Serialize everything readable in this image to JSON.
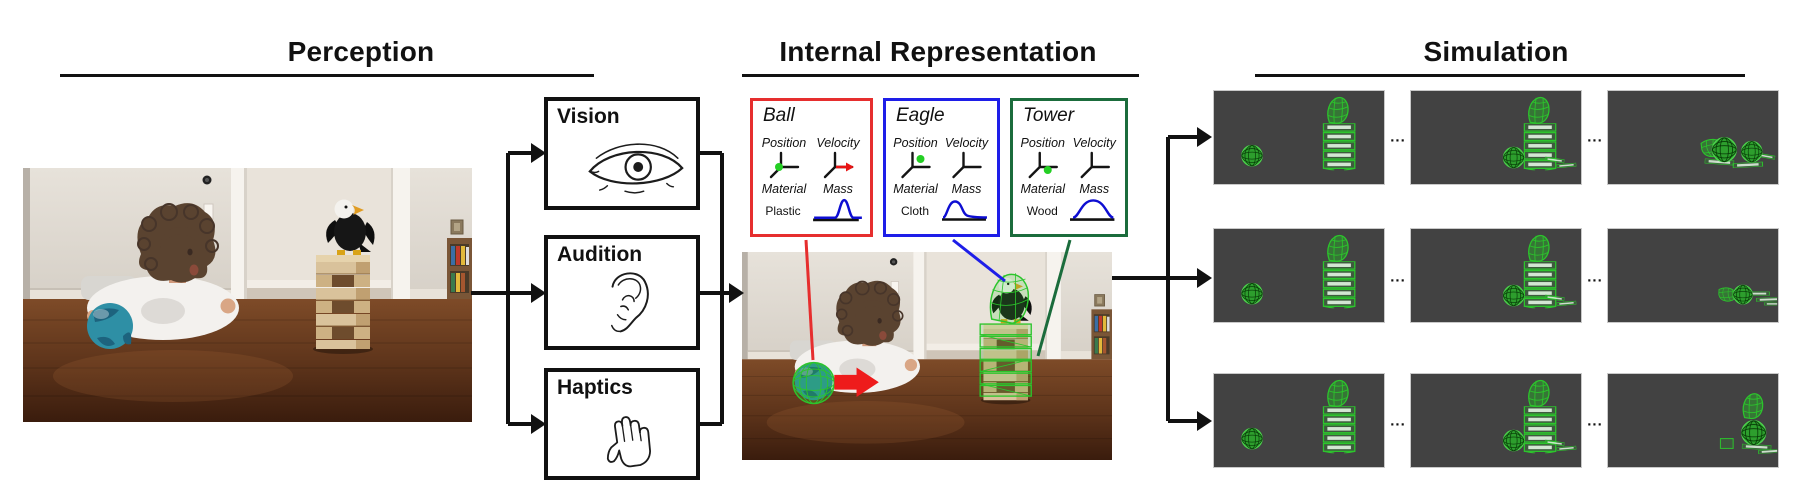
{
  "sections": {
    "perception": {
      "title": "Perception"
    },
    "internal_representation": {
      "title": "Internal Representation"
    },
    "simulation": {
      "title": "Simulation"
    }
  },
  "sensors": [
    {
      "label": "Vision",
      "icon": "eye-icon"
    },
    {
      "label": "Audition",
      "icon": "ear-icon"
    },
    {
      "label": "Haptics",
      "icon": "hand-icon"
    }
  ],
  "card_labels": {
    "position": "Position",
    "velocity": "Velocity",
    "material": "Material",
    "mass": "Mass"
  },
  "cards": [
    {
      "name": "Ball",
      "material": "Plastic",
      "accent": "#e62e2e"
    },
    {
      "name": "Eagle",
      "material": "Cloth",
      "accent": "#1e1ee8"
    },
    {
      "name": "Tower",
      "material": "Wood",
      "accent": "#1b6c3c"
    }
  ],
  "simulation": {
    "ellipsis": "...",
    "panel_bg": "#424242",
    "rows": [
      {
        "frames": [
          "ball-approaches-tower",
          "ball-hits-tower-base",
          "tower-collapsed-wide-scatter"
        ]
      },
      {
        "frames": [
          "ball-approaches-tower",
          "ball-hits-tower-base",
          "tower-collapsed-flat-right"
        ]
      },
      {
        "frames": [
          "ball-approaches-tower",
          "ball-hits-tower-base",
          "eagle-atop-toppled-pile"
        ]
      }
    ]
  },
  "colors": {
    "connector_black": "#111111",
    "wireframe_green": "#2cc52c",
    "mass_curve_blue": "#0e0ed2",
    "position_dot_green": "#24cf24",
    "velocity_arrow_red": "#e81515",
    "action_arrow_red": "#ee1b1b"
  }
}
